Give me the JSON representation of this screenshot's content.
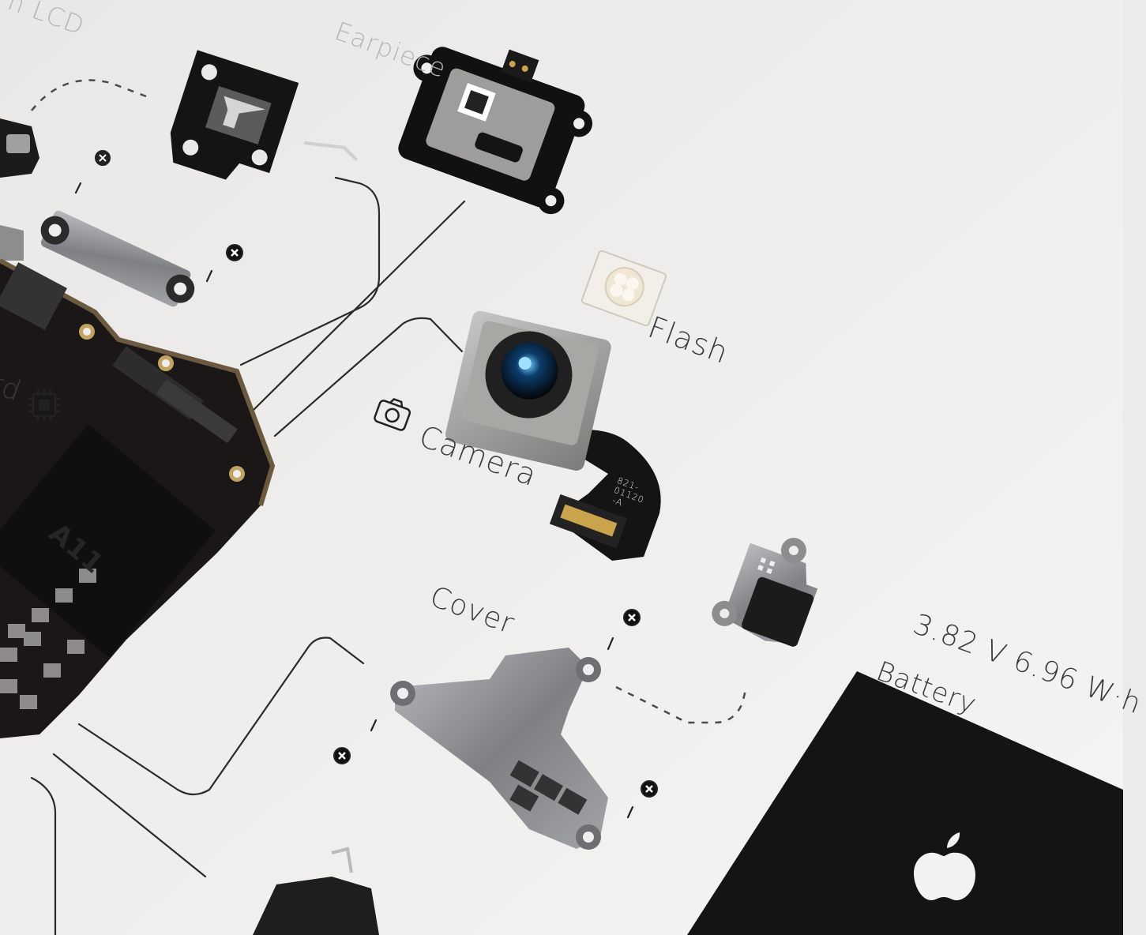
{
  "labels": {
    "lcd": "n LCD",
    "earpiece": "Earpiece",
    "flash": "Flash",
    "camera": "Camera",
    "board": "rd",
    "cover": "Cover",
    "battery": "Battery",
    "battery_spec": "3.82 V 6.96 W·h"
  },
  "markings": {
    "camera_flex_code": "851M043",
    "camera_flex_part": "821-",
    "camera_flex_part2": "01120",
    "camera_flex_part3": "-A",
    "chip": "A11"
  },
  "icons": [
    "camera-icon",
    "chip-icon",
    "screw-icon",
    "apple-logo-icon"
  ],
  "colors": {
    "paper": "#ecebe9",
    "line": "#2b2b2b",
    "part_black": "#151515",
    "metal": "#8f9094"
  }
}
